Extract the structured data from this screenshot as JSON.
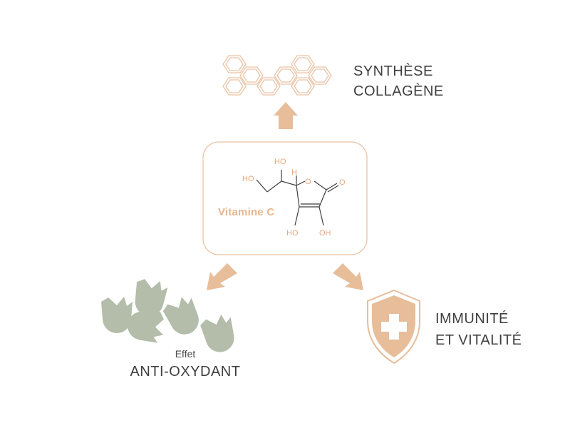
{
  "colors": {
    "accent": "#e7bd9a",
    "accent_line": "#ebc4a6",
    "accent_text": "#e8b68f",
    "green": "#b3bdaa",
    "text_dark": "#3f3f3f"
  },
  "center": {
    "compound_label": "Vitamine C",
    "molecule_labels": {
      "ho_top": "HO",
      "ho_left": "HO",
      "h": "H",
      "o_ring": "O",
      "o_carbonyl": "O",
      "ho_bottom": "HO",
      "oh_bottom": "OH"
    }
  },
  "top": {
    "icon": "collagen-hexagon-chain-icon",
    "line1": "SYNTHÈSE",
    "line2": "COLLAGÈNE"
  },
  "left": {
    "icon": "free-radicals-icon",
    "small": "Effet",
    "big": "ANTI-OXYDANT"
  },
  "right": {
    "icon": "shield-cross-icon",
    "line1": "IMMUNITÉ",
    "line2": "ET VITALITÉ"
  }
}
